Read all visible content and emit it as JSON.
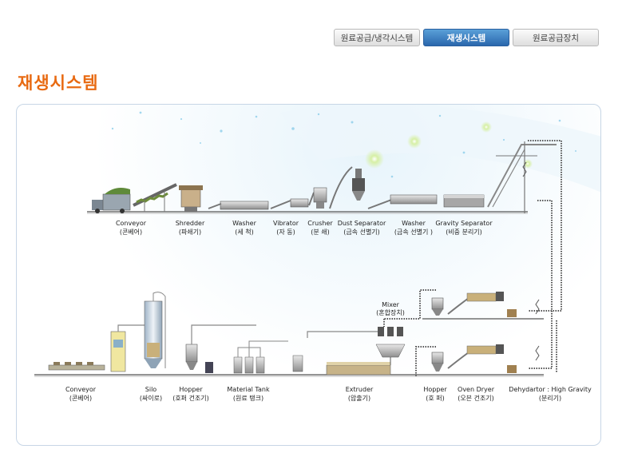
{
  "tabs": [
    {
      "label": "원료공급/냉각시스템",
      "active": false
    },
    {
      "label": "재생시스템",
      "active": true
    },
    {
      "label": "원료공급장치",
      "active": false
    }
  ],
  "page_title": "재생시스템",
  "diagram": {
    "top_row": [
      {
        "en": "Conveyor",
        "ko": "(콘베어)"
      },
      {
        "en": "Shredder",
        "ko": "(파쇄기)"
      },
      {
        "en": "Washer",
        "ko": "(세 척)"
      },
      {
        "en": "Vibrator",
        "ko": "(자 동)"
      },
      {
        "en": "Crusher",
        "ko": "(분 쇄)"
      },
      {
        "en": "Dust Separator",
        "ko": "(금속 선별기)"
      },
      {
        "en": "Washer",
        "ko": "(금속 선별기 )"
      },
      {
        "en": "Gravity Separator",
        "ko": "(비중 분리기)"
      }
    ],
    "bottom_row": [
      {
        "en": "Conveyor",
        "ko": "(콘베어)"
      },
      {
        "en": "Silo",
        "ko": "(싸이로)"
      },
      {
        "en": "Hopper",
        "ko": "(호퍼 건조기)"
      },
      {
        "en": "Material Tank",
        "ko": "(원료 탱크)"
      },
      {
        "en": "Extruder",
        "ko": "(압출기)"
      },
      {
        "en": "Hopper",
        "ko": "(호 퍼)"
      },
      {
        "en": "Oven Dryer",
        "ko": "(오븐 건조기)"
      },
      {
        "en": "Dehydartor : High Gravity",
        "ko": "(분리기)"
      }
    ],
    "mixer": {
      "en": "Mixer",
      "ko": "(혼합장치)"
    }
  }
}
